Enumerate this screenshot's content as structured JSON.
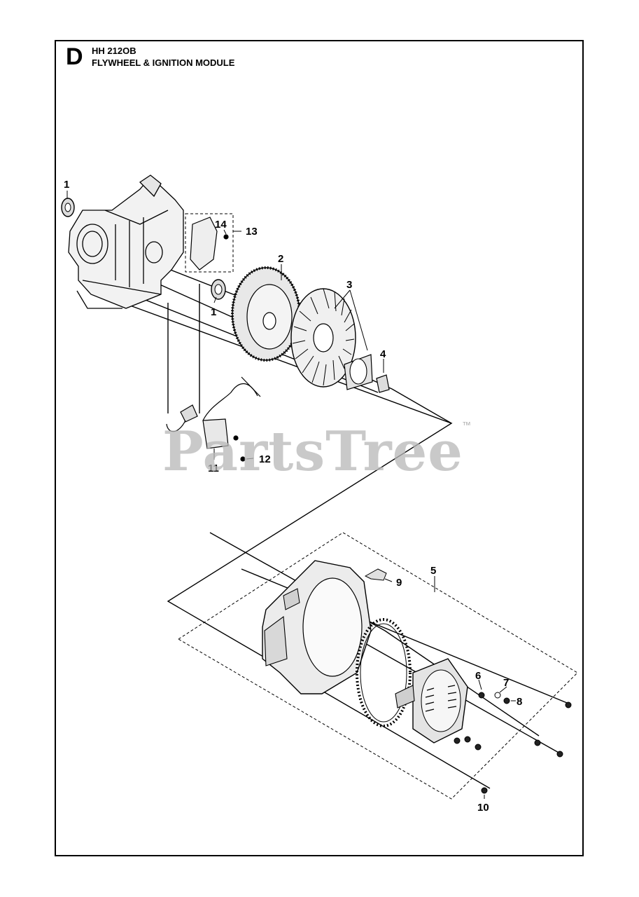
{
  "header": {
    "section_letter": "D",
    "model": "HH 212OB",
    "subtitle": "FLYWHEEL & IGNITION MODULE"
  },
  "watermark": {
    "text": "PartsTree",
    "trademark": "™"
  },
  "callouts": [
    {
      "id": "1a",
      "label": "1"
    },
    {
      "id": "1b",
      "label": "1"
    },
    {
      "id": "2",
      "label": "2"
    },
    {
      "id": "3",
      "label": "3"
    },
    {
      "id": "4",
      "label": "4"
    },
    {
      "id": "5",
      "label": "5"
    },
    {
      "id": "6",
      "label": "6"
    },
    {
      "id": "7",
      "label": "7"
    },
    {
      "id": "8",
      "label": "8"
    },
    {
      "id": "9",
      "label": "9"
    },
    {
      "id": "10",
      "label": "10"
    },
    {
      "id": "11",
      "label": "11"
    },
    {
      "id": "12",
      "label": "12"
    },
    {
      "id": "13",
      "label": "13"
    },
    {
      "id": "14",
      "label": "14"
    }
  ],
  "colors": {
    "line": "#000000",
    "watermark": "#b8b8b8",
    "background": "#ffffff"
  }
}
